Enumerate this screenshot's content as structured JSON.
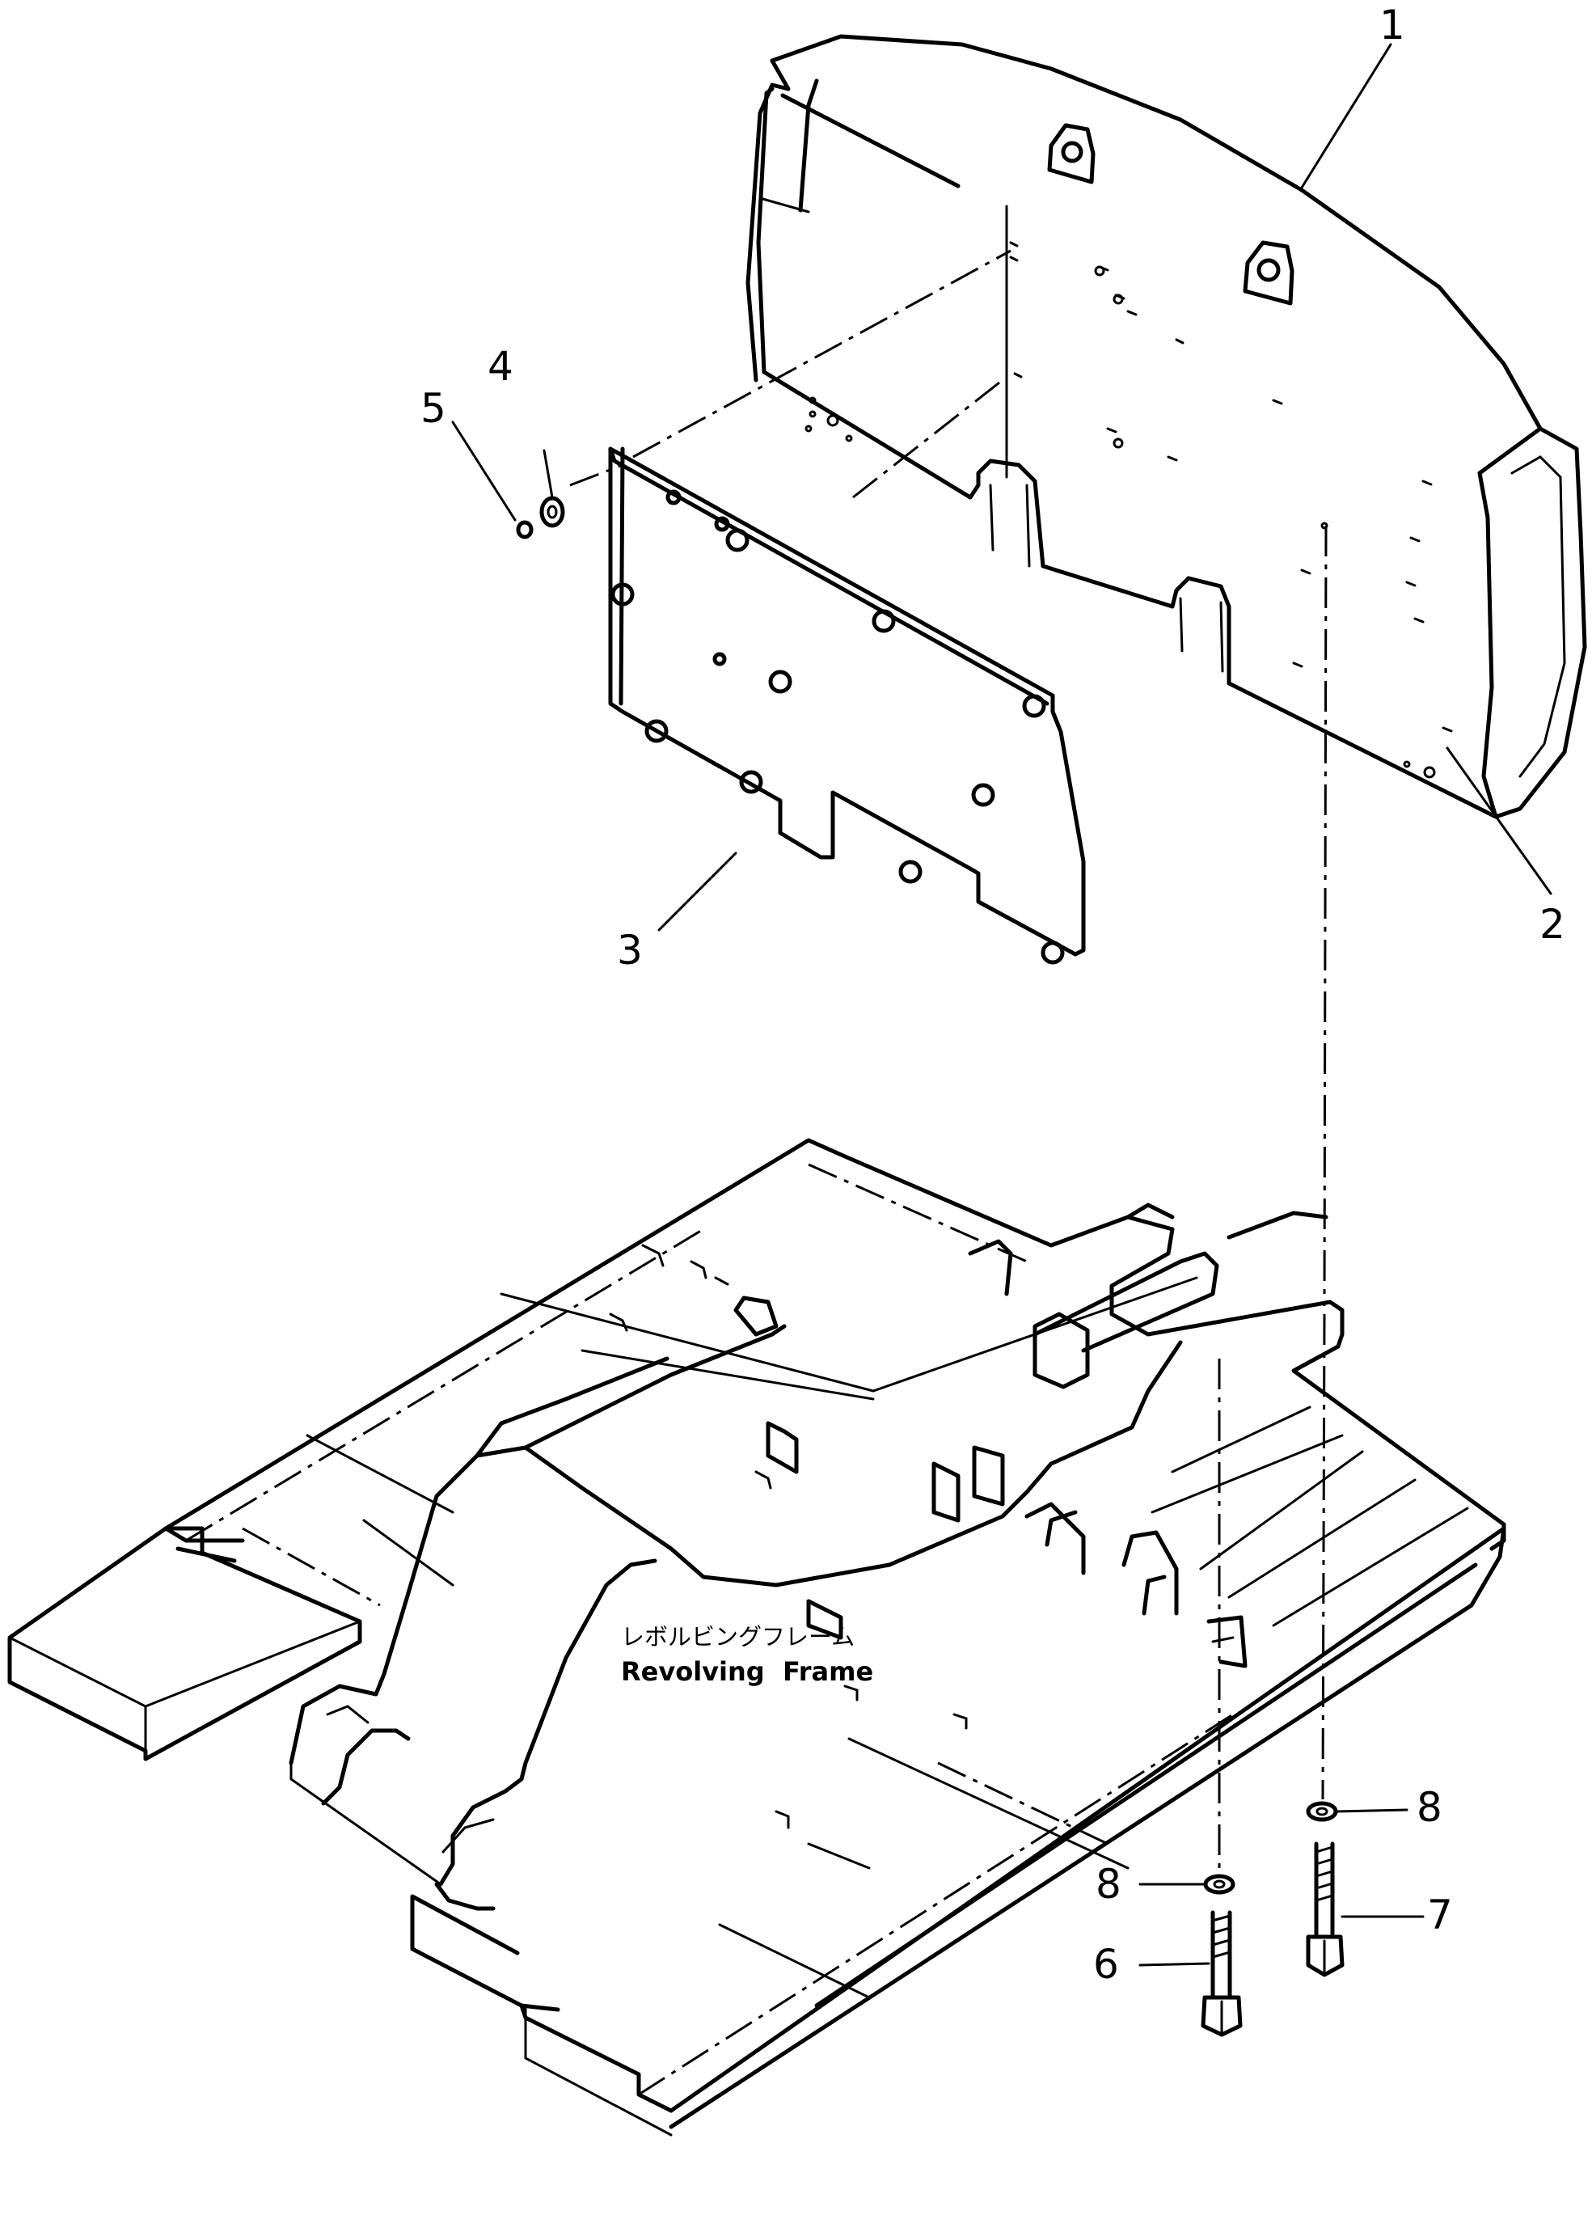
{
  "diagram": {
    "callouts": {
      "c1": "1",
      "c2": "2",
      "c3": "3",
      "c4": "4",
      "c5": "5",
      "c6": "6",
      "c7": "7",
      "c8a": "8",
      "c8b": "8"
    },
    "frame_label": {
      "japanese": "レボルビングフレーム",
      "english": "Revolving  Frame"
    }
  }
}
